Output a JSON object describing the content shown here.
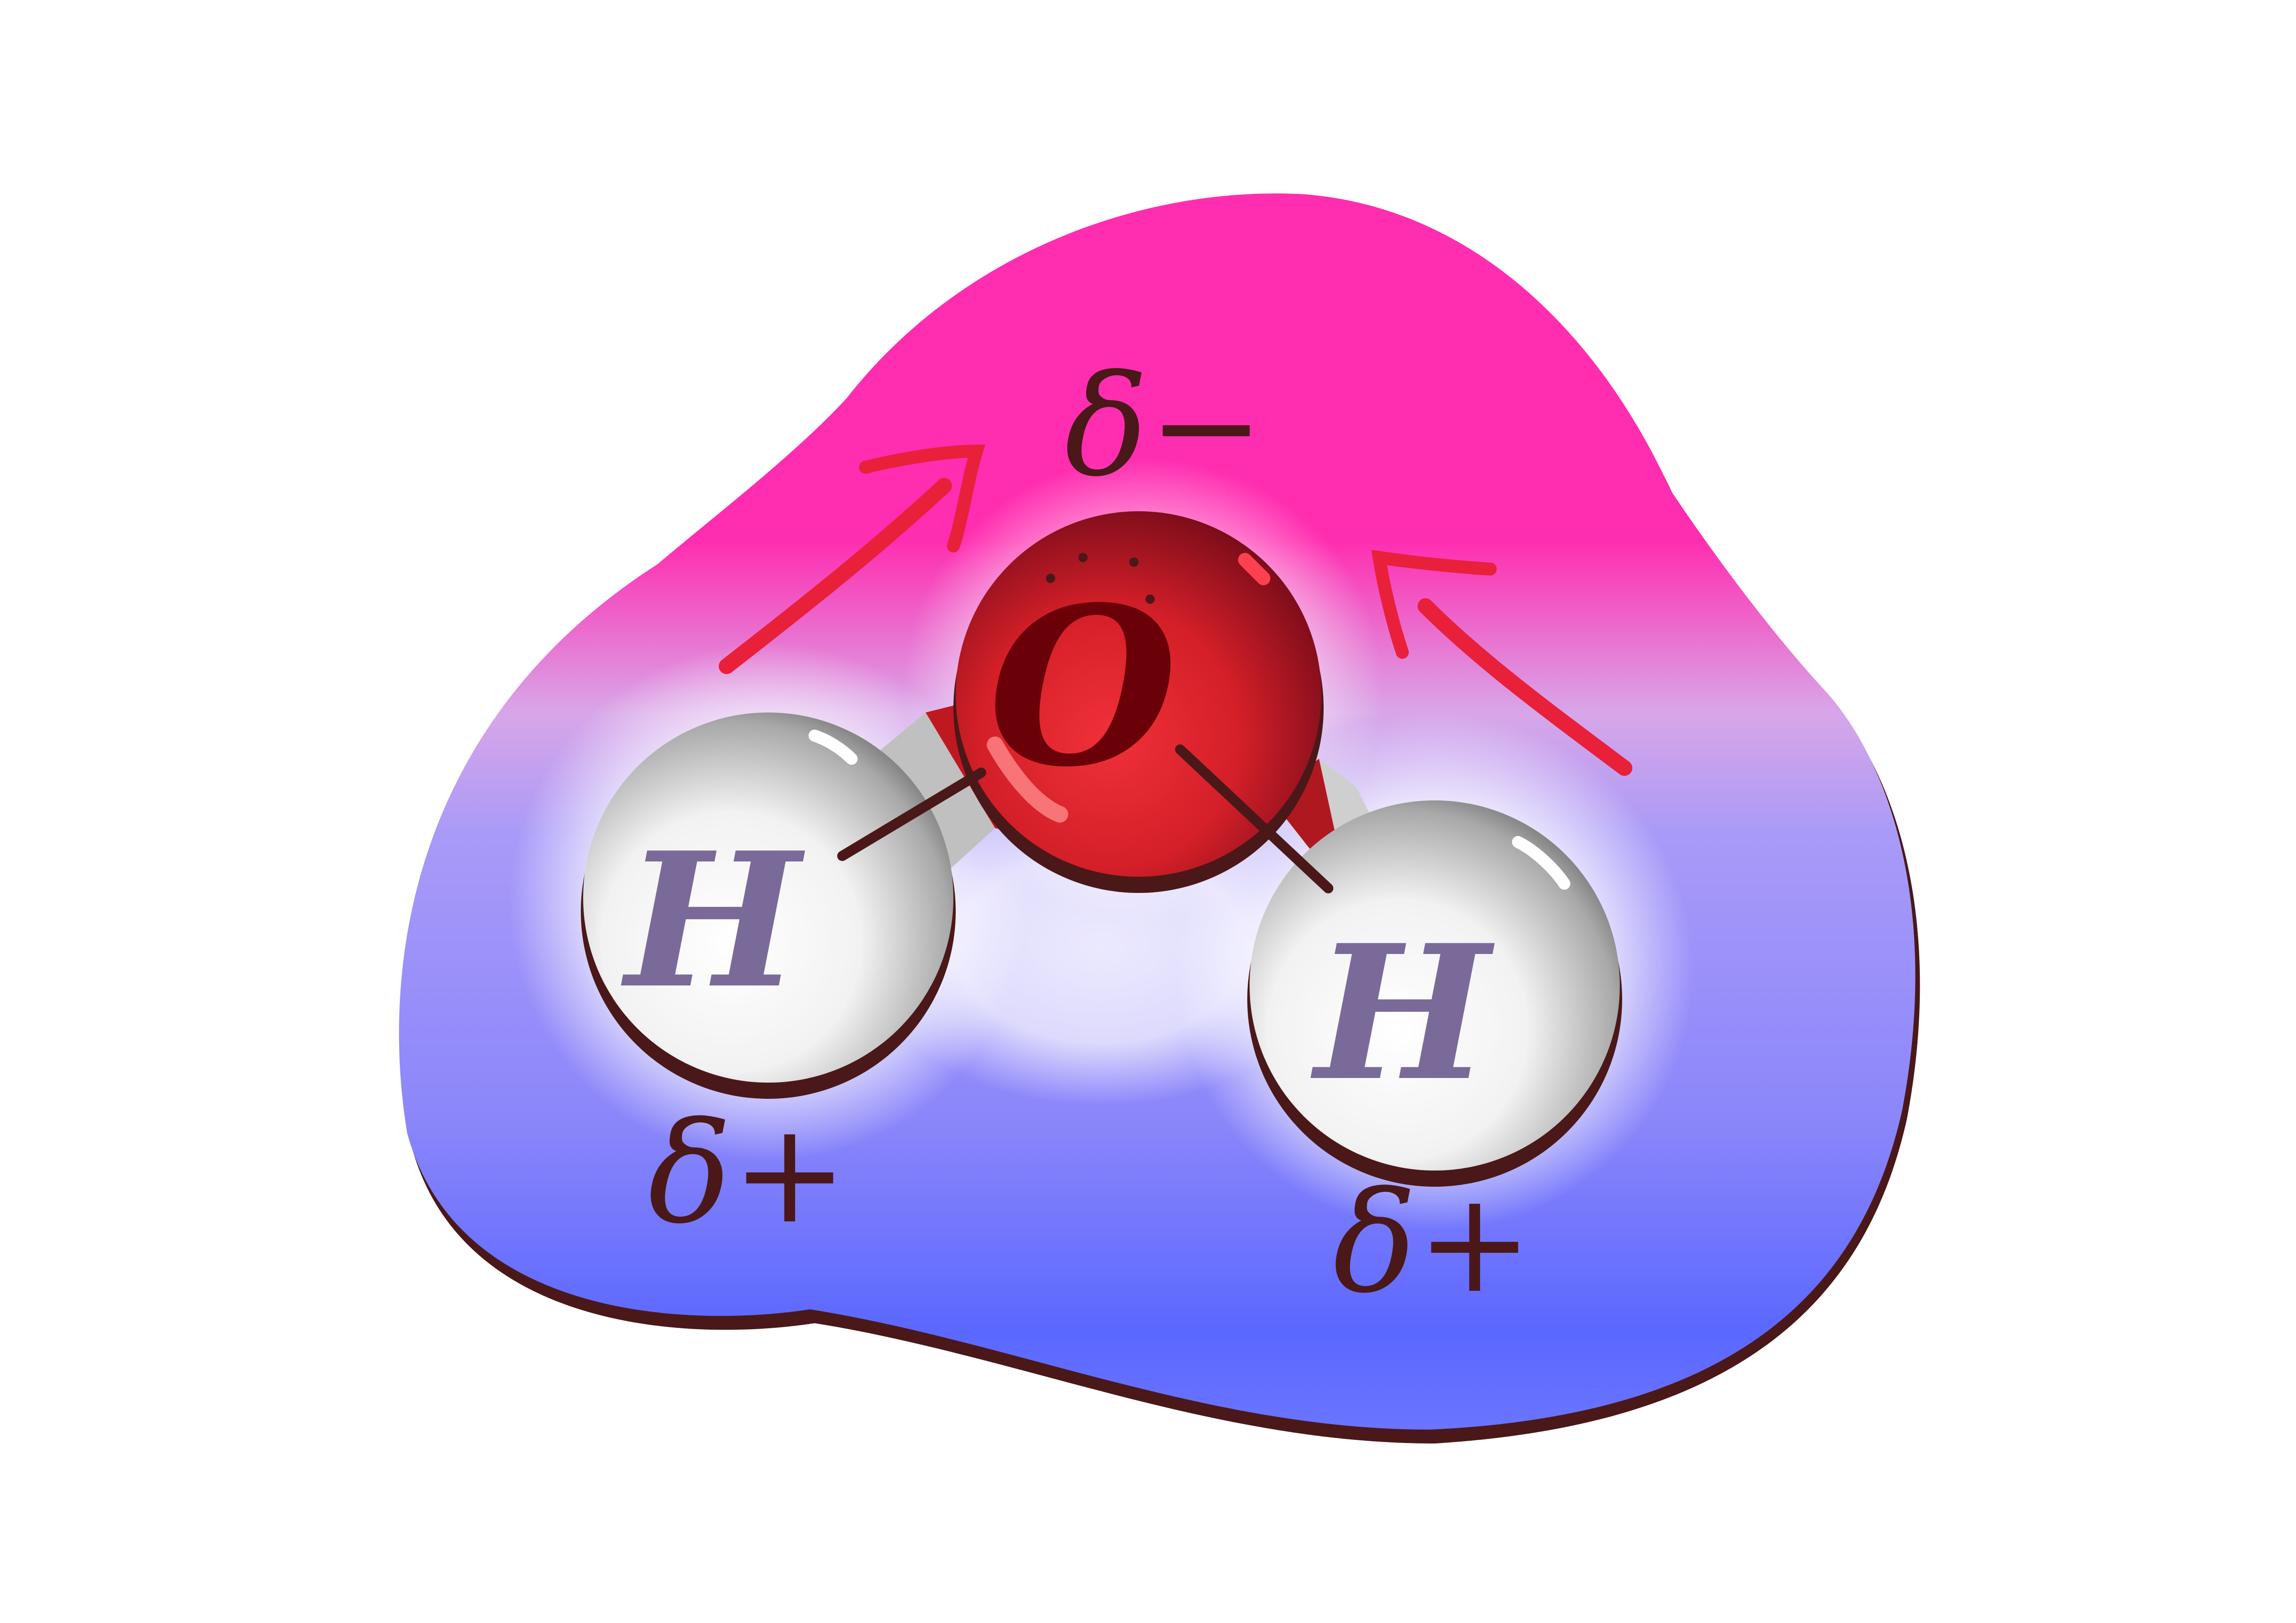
{
  "molecule": {
    "oxygen": {
      "symbol": "O",
      "charge": "δ−",
      "color": "#d41f28"
    },
    "hydrogens": [
      {
        "symbol": "H",
        "charge": "δ+"
      },
      {
        "symbol": "H",
        "charge": "δ+"
      }
    ],
    "hydrogen_color": "#f2f2f2"
  },
  "field": {
    "negative_region_color": "#ff2db0",
    "positive_region_color": "#5b68ff",
    "arrow_color": "#e8203a"
  }
}
